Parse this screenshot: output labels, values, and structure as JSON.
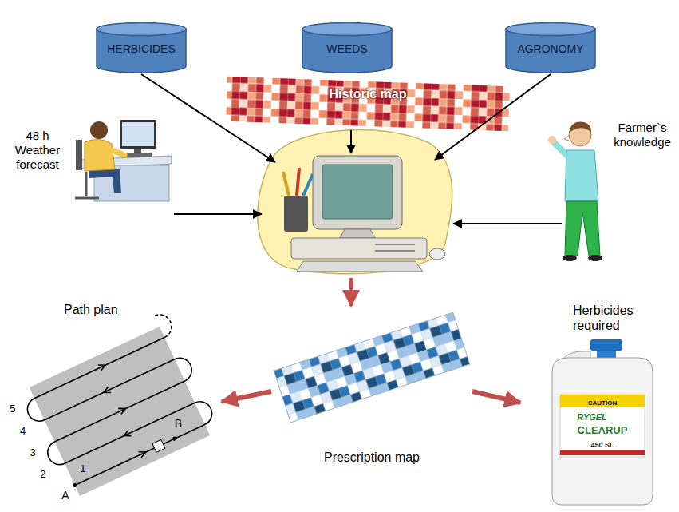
{
  "diagram": {
    "nodes": [
      {
        "text": [
          "HERBICIDES"
        ]
      },
      {
        "text": [
          "WEEDS"
        ]
      },
      {
        "text": [
          "AGRONOMY"
        ]
      },
      {
        "text": [
          "Historic map"
        ]
      },
      {
        "text": [
          "48 h Weather forecast"
        ]
      },
      {
        "text": [
          "Farmer`s knowledge"
        ]
      },
      {
        "text": [
          "Path plan"
        ]
      },
      {
        "text": [
          "Prescription map"
        ]
      },
      {
        "text": [
          "Herbicides required"
        ]
      }
    ],
    "edges": [
      {
        "from": 7,
        "to": 6,
        "arrow": "to"
      },
      {
        "from": 7,
        "to": 8,
        "arrow": "to"
      }
    ],
    "labels": [
      "1",
      "2",
      "3",
      "4",
      "5",
      "A",
      "B",
      "CAUTION",
      "RYGEL",
      "CLEARUP",
      "450 SL"
    ]
  }
}
